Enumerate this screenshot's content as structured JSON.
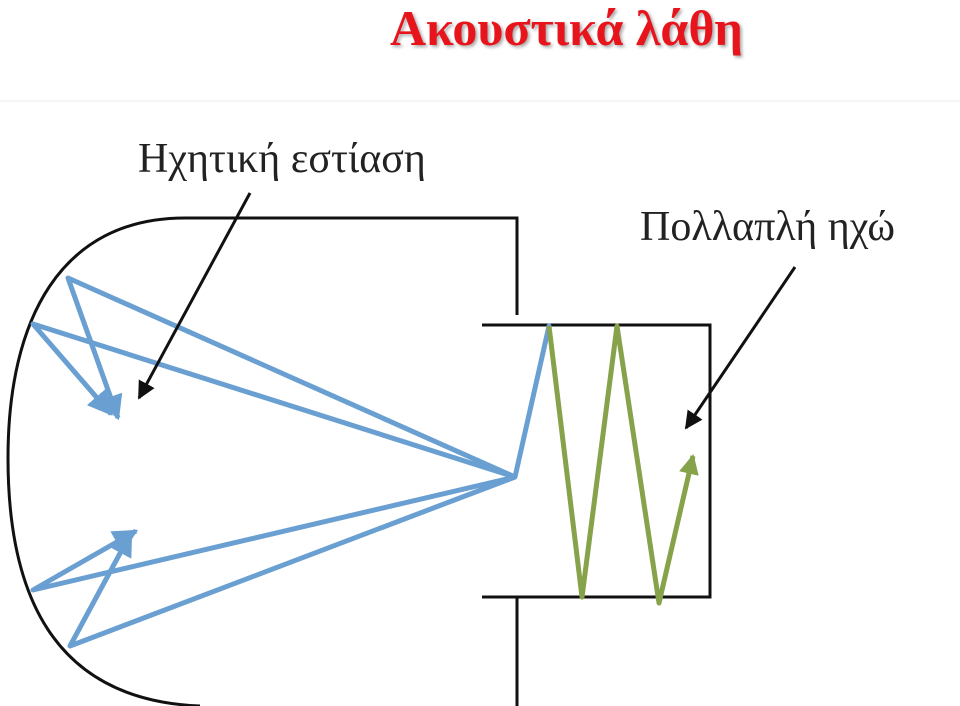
{
  "title": {
    "text": "Ακουστικά λάθη",
    "color": "#e8141c"
  },
  "diagram": {
    "label_focus": "Ηχητική εστίαση",
    "label_echo": "Πολλαπλή ηχώ",
    "colors": {
      "wall": "#111111",
      "focus_rays": "#6a9fd2",
      "echo_rays": "#86a24a",
      "pointer": "#111111"
    }
  }
}
